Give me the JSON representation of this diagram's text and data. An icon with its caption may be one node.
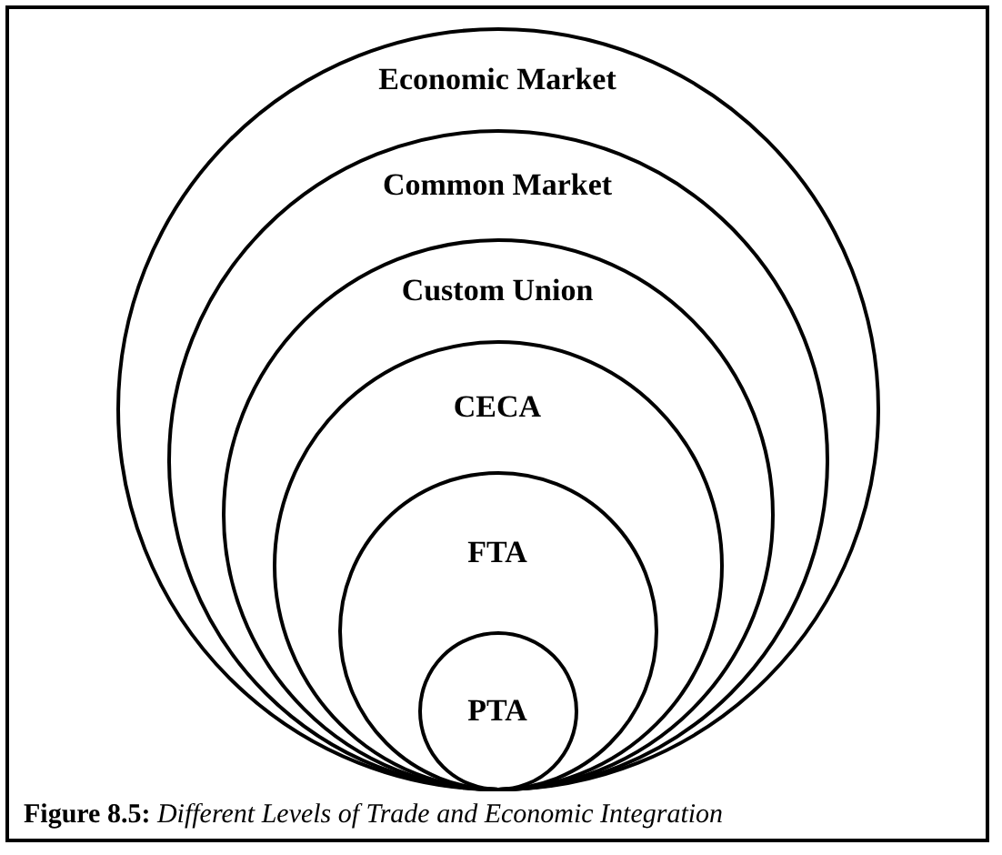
{
  "diagram": {
    "caption": "**Figure 8.5:** *Different Levels of Trade and Economic Integration*",
    "nodes": [
      {
        "text": [
          "Economic Market"
        ]
      },
      {
        "text": [
          "Common Market"
        ],
        "in": 0
      },
      {
        "text": [
          "Custom Union"
        ],
        "in": 1
      },
      {
        "text": [
          "CECA"
        ],
        "in": 2
      },
      {
        "text": [
          "FTA"
        ],
        "in": 3
      },
      {
        "text": [
          "PTA"
        ],
        "in": 4
      }
    ]
  }
}
